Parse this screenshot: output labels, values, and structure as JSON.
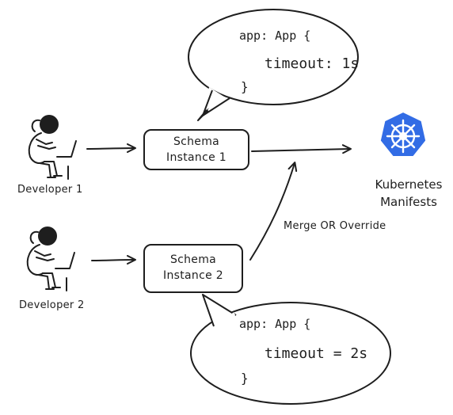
{
  "developers": [
    {
      "label": "Developer 1"
    },
    {
      "label": "Developer 2"
    }
  ],
  "schema_instances": [
    {
      "line1": "Schema",
      "line2": "Instance 1"
    },
    {
      "line1": "Schema",
      "line2": "Instance 2"
    }
  ],
  "target": {
    "line1": "Kubernetes",
    "line2": "Manifests",
    "icon": "kubernetes-helm-wheel-icon",
    "color": "#326ce5"
  },
  "merge_label": "Merge OR Override",
  "bubble_top": {
    "line1": "app: App {",
    "line2": "timeout: 1s",
    "line3": "}"
  },
  "bubble_bottom": {
    "line1": "app: App {",
    "line2": "timeout = 2s",
    "line3": "}"
  }
}
